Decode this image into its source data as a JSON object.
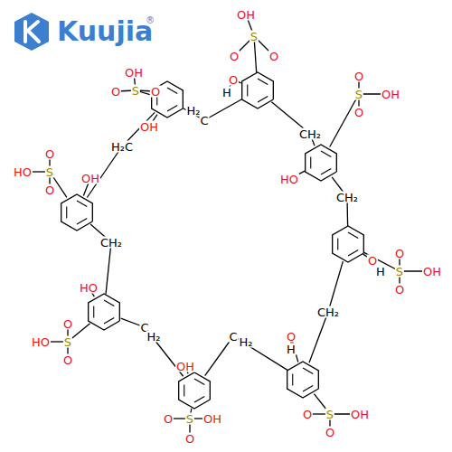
{
  "diagram": {
    "labels": [
      "Kuujia",
      "®",
      "OH",
      "S",
      "O",
      "O",
      "OH",
      "H₂",
      "C",
      "OH",
      "S",
      "O",
      "O",
      "O",
      "H",
      "CH₂",
      "S",
      "OH",
      "O",
      "O",
      "HO",
      "CH₂",
      "S",
      "OH",
      "O",
      "O",
      "O",
      "H",
      "CH₂",
      "O",
      "S",
      "OH",
      "O",
      "O",
      "H",
      "C",
      "H₂",
      "O",
      "S",
      "OH",
      "O",
      "OH",
      "C",
      "H₂",
      "HO",
      "S",
      "O",
      "O",
      "HO",
      "CH₂",
      "HO",
      "S",
      "O",
      "O",
      "OH",
      "H₂C"
    ]
  }
}
